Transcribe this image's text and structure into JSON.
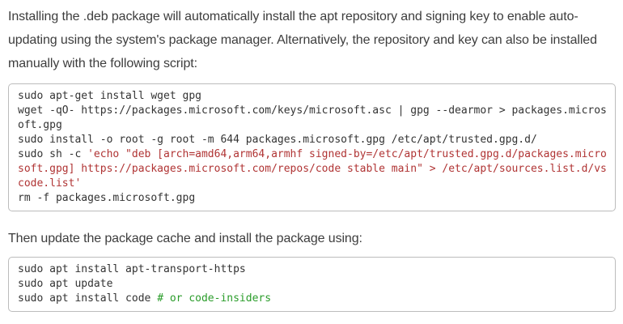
{
  "colors": {
    "body_text": "#3d3d3d",
    "code_text": "#333333",
    "code_string": "#b03434",
    "code_comment": "#2a9c2a",
    "code_border": "#bcbcbc",
    "code_background": "#ffffff",
    "page_background": "#ffffff"
  },
  "content": {
    "intro_paragraph": "Installing the .deb package will automatically install the apt repository and signing key to enable auto-updating using the system's package manager. Alternatively, the repository and key can also be installed manually with the following script:",
    "update_paragraph": "Then update the package cache and install the package using:"
  },
  "code_blocks": [
    {
      "name": "add-repo-and-key-script",
      "lines": [
        [
          {
            "text": "sudo apt-get install wget gpg",
            "style": "plain"
          }
        ],
        [
          {
            "text": "wget -qO- https://packages.microsoft.com/keys/microsoft.asc | gpg --dearmor > packages.micros",
            "style": "plain"
          }
        ],
        [
          {
            "text": "oft.gpg",
            "style": "plain"
          }
        ],
        [
          {
            "text": "sudo install -o root -g root -m 644 packages.microsoft.gpg /etc/apt/trusted.gpg.d/",
            "style": "plain"
          }
        ],
        [
          {
            "text": "sudo sh -c ",
            "style": "plain"
          },
          {
            "text": "'echo \"deb [arch=amd64,arm64,armhf signed-by=/etc/apt/trusted.gpg.d/packages.micro",
            "style": "string"
          }
        ],
        [
          {
            "text": "soft.gpg] https://packages.microsoft.com/repos/code stable main\" > /etc/apt/sources.list.d/vs",
            "style": "string"
          }
        ],
        [
          {
            "text": "code.list'",
            "style": "string"
          }
        ],
        [
          {
            "text": "rm -f packages.microsoft.gpg",
            "style": "plain"
          }
        ]
      ]
    },
    {
      "name": "install-package-script",
      "lines": [
        [
          {
            "text": "sudo apt install apt-transport-https",
            "style": "plain"
          }
        ],
        [
          {
            "text": "sudo apt update",
            "style": "plain"
          }
        ],
        [
          {
            "text": "sudo apt install code ",
            "style": "plain"
          },
          {
            "text": "# or code-insiders",
            "style": "comment"
          }
        ]
      ]
    }
  ]
}
